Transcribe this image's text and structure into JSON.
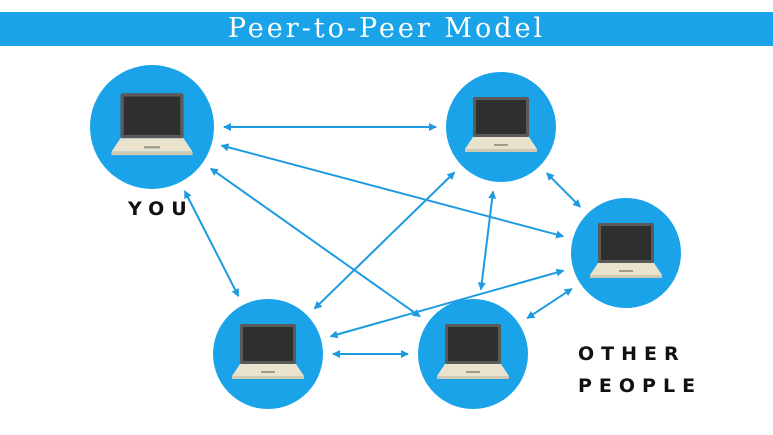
{
  "title": "Peer-to-Peer Model",
  "labels": {
    "you": "YOU",
    "other_line1": "OTHER",
    "other_line2": "PEOPLE"
  },
  "colors": {
    "accent": "#1aa3e8",
    "arrow": "#1e9be0",
    "laptop_base": "#e9e2cc",
    "laptop_screen": "#2f2f2f",
    "laptop_bezel": "#5a5a5a"
  },
  "nodes": [
    {
      "id": "you",
      "icon": "laptop-icon"
    },
    {
      "id": "top-right",
      "icon": "laptop-icon"
    },
    {
      "id": "right",
      "icon": "laptop-icon"
    },
    {
      "id": "bottom-left",
      "icon": "laptop-icon"
    },
    {
      "id": "bottom-right",
      "icon": "laptop-icon"
    }
  ],
  "connections": [
    [
      "you",
      "top-right"
    ],
    [
      "you",
      "right"
    ],
    [
      "you",
      "bottom-left"
    ],
    [
      "you",
      "bottom-right"
    ],
    [
      "top-right",
      "right"
    ],
    [
      "top-right",
      "bottom-left"
    ],
    [
      "top-right",
      "bottom-right"
    ],
    [
      "right",
      "bottom-left"
    ],
    [
      "right",
      "bottom-right"
    ],
    [
      "bottom-left",
      "bottom-right"
    ]
  ]
}
